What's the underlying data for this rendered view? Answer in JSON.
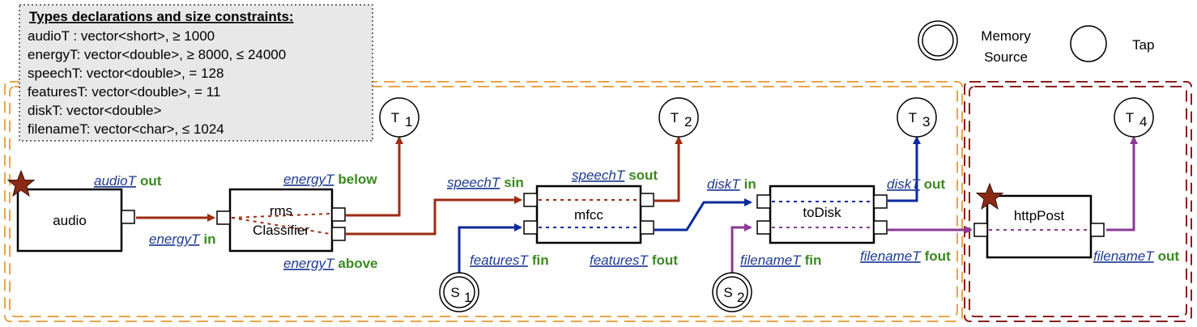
{
  "declarations": {
    "title": "Types declarations and size constraints:",
    "lines": [
      "audioT : vector<short>, ≥ 1000",
      "energyT: vector<double>, ≥ 8000, ≤ 24000",
      "speechT: vector<double>, = 128",
      "featuresT: vector<double>, = 11",
      "diskT: vector<double>",
      "filenameT: vector<char>, ≤ 1024"
    ]
  },
  "legend": {
    "memory_source_line1": "Memory",
    "memory_source_line2": "Source",
    "tap": "Tap"
  },
  "colors": {
    "brown": "#9b2d14",
    "blue": "#0b2a9b",
    "purple": "#8b3a96",
    "orange_region": "#e8a54a",
    "maroon_region": "#8b1e1e",
    "star": "#8b2a14"
  },
  "components": {
    "audio": "audio",
    "rms_line1": "rms",
    "rms_line2": "Classifier",
    "mfcc": "mfcc",
    "todisk": "toDisk",
    "httppost": "httpPost"
  },
  "taps": {
    "t1": "T",
    "t1_sub": "1",
    "t2": "T",
    "t2_sub": "2",
    "t3": "T",
    "t3_sub": "3",
    "t4": "T",
    "t4_sub": "4"
  },
  "sources": {
    "s1": "S",
    "s1_sub": "1",
    "s2": "S",
    "s2_sub": "2"
  },
  "ports": {
    "audio_out_type": "audioT",
    "audio_out_name": "out",
    "rms_in_type": "energyT",
    "rms_in_name": "in",
    "rms_below_type": "energyT",
    "rms_below_name": "below",
    "rms_above_type": "energyT",
    "rms_above_name": "above",
    "mfcc_sin_type": "speechT",
    "mfcc_sin_name": "sin",
    "mfcc_sout_type": "speechT",
    "mfcc_sout_name": "sout",
    "mfcc_fin_type": "featuresT",
    "mfcc_fin_name": "fin",
    "mfcc_fout_type": "featuresT",
    "mfcc_fout_name": "fout",
    "todisk_in_type": "diskT",
    "todisk_in_name": "in",
    "todisk_out_type": "diskT",
    "todisk_out_name": "out",
    "todisk_fin_type": "filenameT",
    "todisk_fin_name": "fin",
    "todisk_fout_type": "filenameT",
    "todisk_fout_name": "fout",
    "http_out_type": "filenameT",
    "http_out_name": "out"
  }
}
